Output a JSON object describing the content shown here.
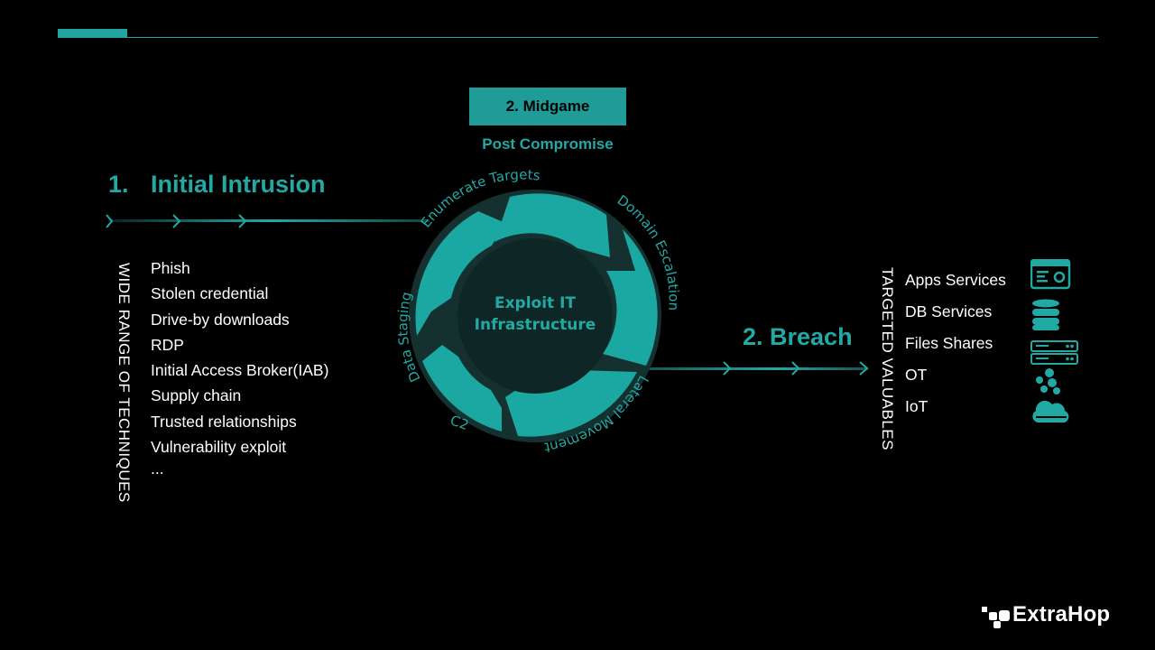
{
  "header": {
    "accent_color": "#22a4a0"
  },
  "midgame": {
    "label": "2. Midgame",
    "subtitle": "Post Compromise"
  },
  "initial": {
    "number": "1.",
    "title": "Initial Intrusion",
    "side_label": "WIDE RANGE OF TECHNIQUES",
    "techniques": [
      "Phish",
      "Stolen credential",
      "Drive-by downloads",
      "RDP",
      "Initial Access Broker(IAB)",
      "Supply chain",
      "Trusted relationships",
      "Vulnerability exploit",
      "..."
    ]
  },
  "cycle": {
    "center_line1": "Exploit  IT",
    "center_line2": "Infrastructure",
    "stages": [
      "Enumerate Targets",
      "Domain Escalation",
      "Lateral Movement",
      "C2",
      "Data Staging"
    ]
  },
  "breach": {
    "title": "2. Breach",
    "side_label": "TARGETED VALUABLES",
    "valuables": [
      {
        "label": "Apps Services",
        "icon": "app-window-icon"
      },
      {
        "label": "DB Services",
        "icon": "database-icon"
      },
      {
        "label": "Files Shares",
        "icon": "server-icon"
      },
      {
        "label": "OT",
        "icon": "ot-cluster-icon"
      },
      {
        "label": "IoT",
        "icon": "cloud-icon"
      }
    ]
  },
  "logo": {
    "text": "ExtraHop"
  },
  "colors": {
    "teal": "#23a9a4",
    "ring": "#1d9a96",
    "dark_ring": "#0d2b2c"
  }
}
